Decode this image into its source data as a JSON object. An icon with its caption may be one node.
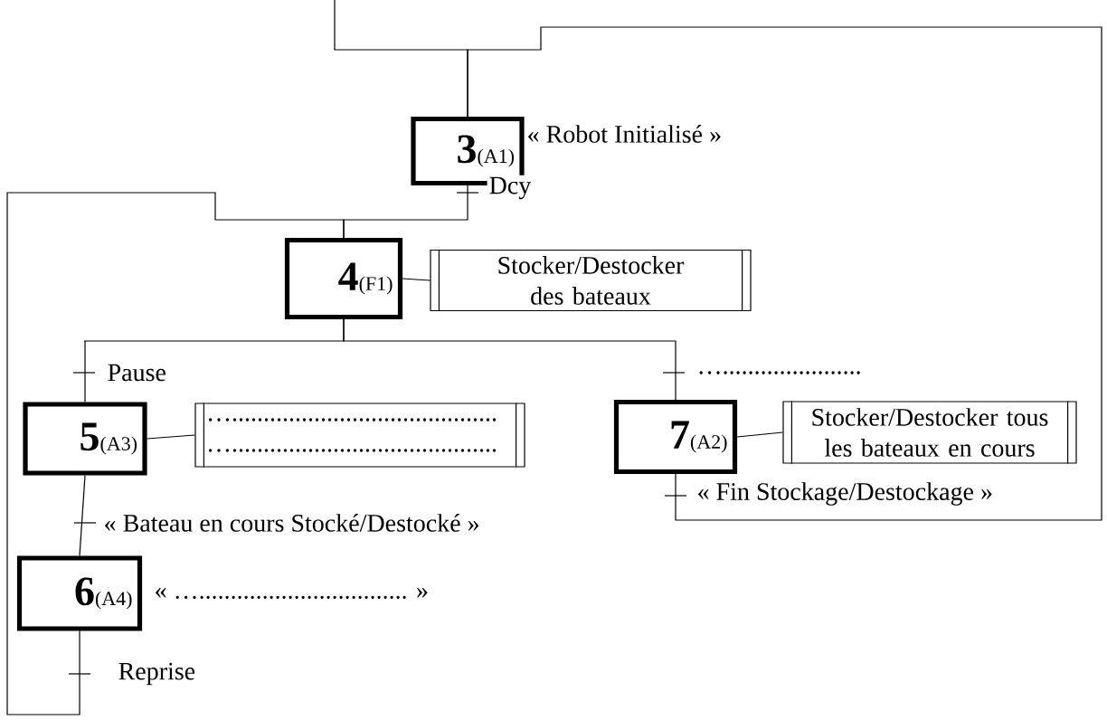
{
  "diagram": {
    "nodes": [
      {
        "text": [
          "3",
          "(A1)"
        ],
        "beside": [
          "« Robot Initialisé »"
        ]
      },
      {
        "text": [
          "4",
          "(F1)"
        ]
      },
      {
        "text": [
          "Stocker/Destocker des bateaux"
        ]
      },
      {
        "text": [
          "5",
          "(A3)"
        ]
      },
      {
        "text": [
          "…..........................................",
          "….........................................."
        ]
      },
      {
        "text": [
          "7",
          "(A2)"
        ]
      },
      {
        "text": [
          "Stocker/Destocker tous les bateaux en cours"
        ]
      },
      {
        "text": [
          "6",
          "(A4)"
        ],
        "beside": [
          "« …................................. »"
        ]
      }
    ],
    "edges": [
      {
        "from": null,
        "to": 0,
        "arrow": "none"
      },
      {
        "from": 0,
        "to": 1,
        "arrow": "none",
        "label": "Dcy"
      },
      {
        "from": 1,
        "to": 2,
        "arrow": "none"
      },
      {
        "from": 1,
        "to": 3,
        "arrow": "none",
        "label": "Pause"
      },
      {
        "from": 1,
        "to": 5,
        "arrow": "none",
        "label": "…......................"
      },
      {
        "from": 3,
        "to": 4,
        "arrow": "none"
      },
      {
        "from": 5,
        "to": 6,
        "arrow": "none"
      },
      {
        "from": 3,
        "to": 7,
        "arrow": "none",
        "label": "« Bateau en cours Stocké/Destocké »"
      },
      {
        "from": 5,
        "to": 0,
        "arrow": "none",
        "label": "« Fin Stockage/Destockage »"
      },
      {
        "from": 7,
        "to": 1,
        "arrow": "none",
        "label": "Reprise"
      }
    ]
  }
}
